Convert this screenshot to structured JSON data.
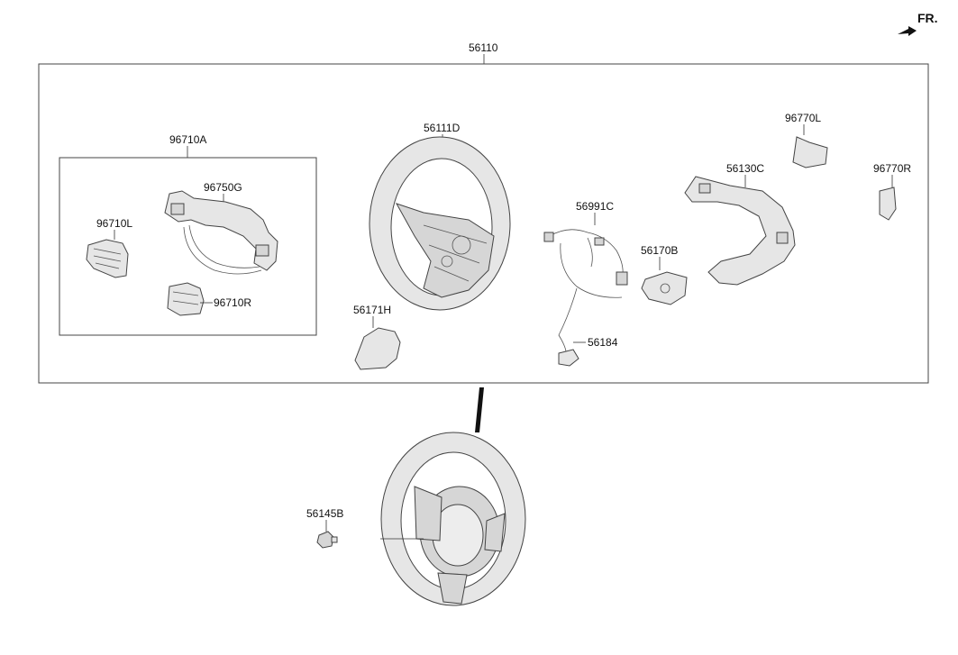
{
  "orientation": {
    "label": "FR.",
    "icon": "front-direction-arrow-icon"
  },
  "labels": {
    "assembly": "56110",
    "switch_assy": "96710A",
    "bezel": "96750G",
    "switch_l": "96710L",
    "switch_r": "96710R",
    "wheel": "56111D",
    "cover_lower": "56171H",
    "harness": "56991C",
    "extension": "56184",
    "remote": "56170B",
    "cover_rear": "56130C",
    "paddle_l": "96770L",
    "paddle_r": "96770R",
    "bolt": "56145B"
  }
}
